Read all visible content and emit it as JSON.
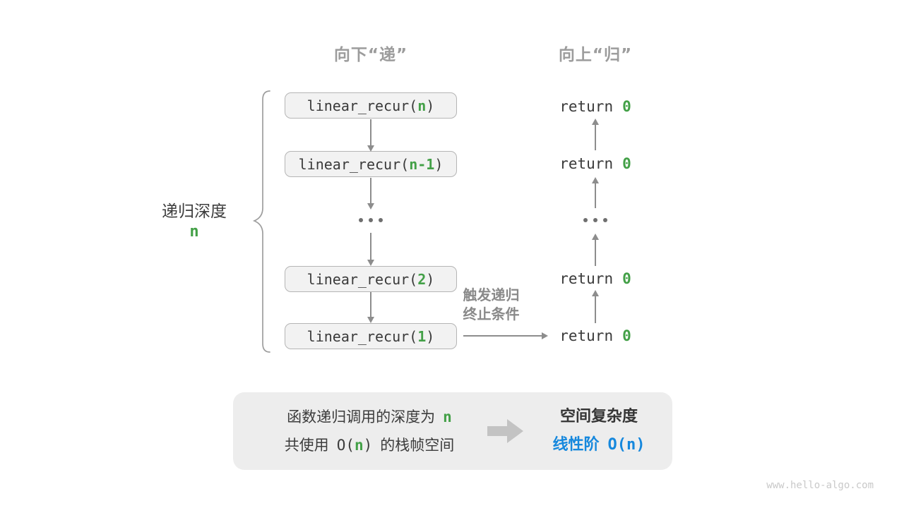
{
  "page": {
    "watermark": "www.hello-algo.com"
  },
  "colors": {
    "accent_green": "#43a047",
    "accent_blue": "#1688dd",
    "arrow_gray": "#8d8d8d",
    "box_bg": "#f2f2f2",
    "box_border": "#b5b5b5",
    "panel_bg": "#ededed",
    "header_gray": "#9c9c9c"
  },
  "headers": {
    "downward": "向下“递”",
    "upward": "向上“归”"
  },
  "depth_brace": {
    "label": "递归深度",
    "value": "n"
  },
  "call_stack": {
    "ellipsis": "...",
    "calls": [
      {
        "prefix": "linear_recur(",
        "arg": "n",
        "suffix": ")"
      },
      {
        "prefix": "linear_recur(",
        "arg": "n-1",
        "suffix": ")"
      },
      {
        "prefix": "linear_recur(",
        "arg": "2",
        "suffix": ")"
      },
      {
        "prefix": "linear_recur(",
        "arg": "1",
        "suffix": ")"
      }
    ]
  },
  "returns": {
    "ellipsis": "...",
    "items": [
      {
        "keyword": "return",
        "value": "0"
      },
      {
        "keyword": "return",
        "value": "0"
      },
      {
        "keyword": "return",
        "value": "0"
      },
      {
        "keyword": "return",
        "value": "0"
      }
    ]
  },
  "base_case_label": {
    "line1": "触发递归",
    "line2": "终止条件"
  },
  "summary": {
    "line1_text": "函数递归调用的深度为",
    "line1_value": "n",
    "line2_pre": "共使用",
    "line2_code_open": "O(",
    "line2_code_value": "n",
    "line2_code_close": ")",
    "line2_post": "的栈帧空间",
    "result_title": "空间复杂度",
    "result_label": "线性阶",
    "result_code": "O(n)"
  }
}
